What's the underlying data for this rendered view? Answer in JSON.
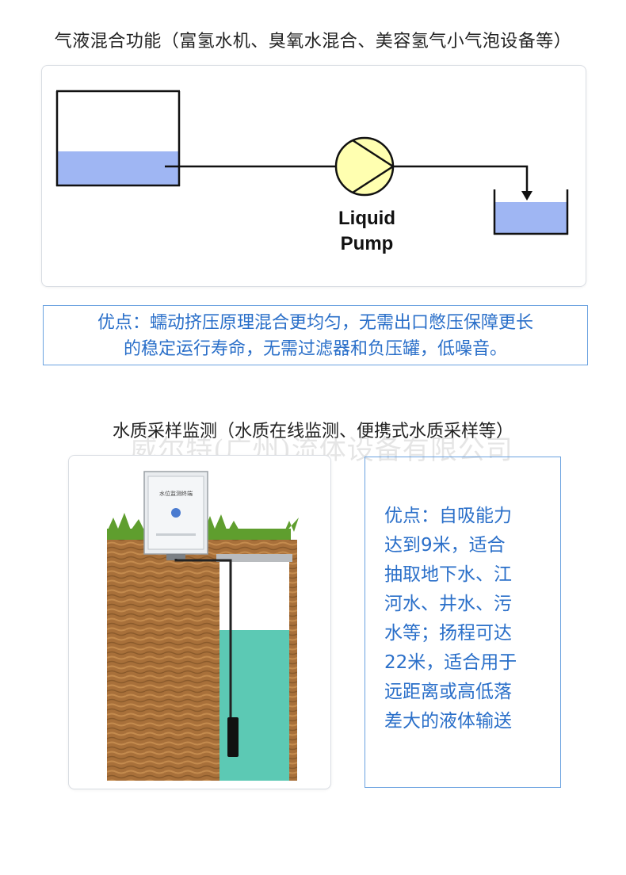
{
  "section1": {
    "title": "气液混合功能（富氢水机、臭氧水混合、美容氢气小气泡设备等）",
    "diagram": {
      "pump_label_line1": "Liquid",
      "pump_label_line2": "Pump",
      "colors": {
        "liquid": "#9fb6f3",
        "pump": "#ffffb0",
        "stroke": "#111111"
      }
    },
    "advantage_lines": [
      "优点：蠕动挤压原理混合更均匀，无需出口憋压保障更长",
      "的稳定运行寿命，无需过滤器和负压罐，低噪音。"
    ]
  },
  "section2": {
    "title": "水质采样监测（水质在线监测、便携式水质采样等）",
    "watermark": "威尔特(广州)流体设备有限公司",
    "cabinet_label": "水位监测终端",
    "colors": {
      "soil": "#a8703a",
      "grass": "#5f9e2e",
      "water": "#5cc9b4",
      "cabinet": "#e9ecef"
    },
    "advantage_lines": [
      "优点：自吸能力",
      "达到9米，适合",
      "抽取地下水、江",
      "河水、井水、污",
      "水等；扬程可达",
      "22米，适合用于",
      "远距离或高低落",
      "差大的液体输送"
    ]
  }
}
